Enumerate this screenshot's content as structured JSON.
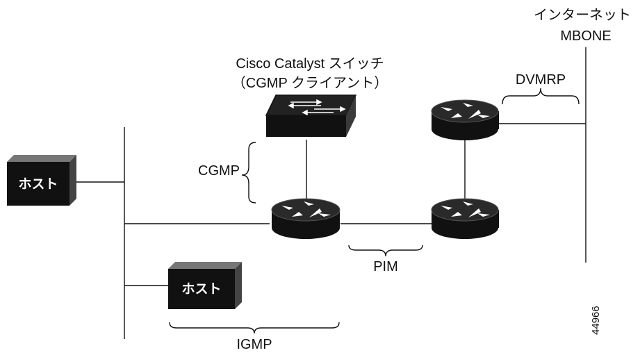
{
  "labels": {
    "internet": "インターネット",
    "mbone": "MBONE",
    "switch_line1": "Cisco Catalyst スイッチ",
    "switch_line2": "（CGMP クライアント）",
    "dvmrp": "DVMRP",
    "cgmp": "CGMP",
    "host_left": "ホスト",
    "host_bottom": "ホスト",
    "pim": "PIM",
    "igmp": "IGMP",
    "figure_id": "44966"
  }
}
